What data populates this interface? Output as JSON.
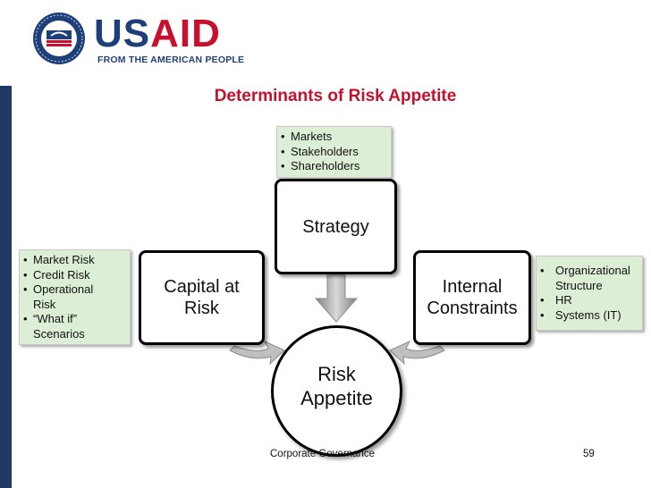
{
  "logo": {
    "word_us": "US",
    "word_aid": "AID",
    "tagline": "FROM THE AMERICAN PEOPLE",
    "seal_text": "UNITED STATES AGENCY · INTERNATIONAL DEVELOPMENT"
  },
  "title": "Determinants of Risk Appetite",
  "notes": {
    "top": [
      "Markets",
      "Stakeholders",
      "Shareholders"
    ],
    "left": [
      "Market Risk",
      "Credit Risk",
      "Operational Risk",
      "“What if” Scenarios"
    ],
    "right": [
      "Organizational Structure",
      "HR",
      "Systems (IT)"
    ]
  },
  "boxes": {
    "strategy": "Strategy",
    "capital_line1": "Capital at",
    "capital_line2": "Risk",
    "internal_line1": "Internal",
    "internal_line2": "Constraints"
  },
  "center": {
    "line1": "Risk",
    "line2": "Appetite"
  },
  "footer": {
    "text": "Corporate Governance",
    "page": "59"
  },
  "colors": {
    "brand_blue": "#1f3f7a",
    "brand_red": "#c8102e",
    "note_fill": "#dcefd6",
    "arrow_gray": "#a6a6a6"
  }
}
